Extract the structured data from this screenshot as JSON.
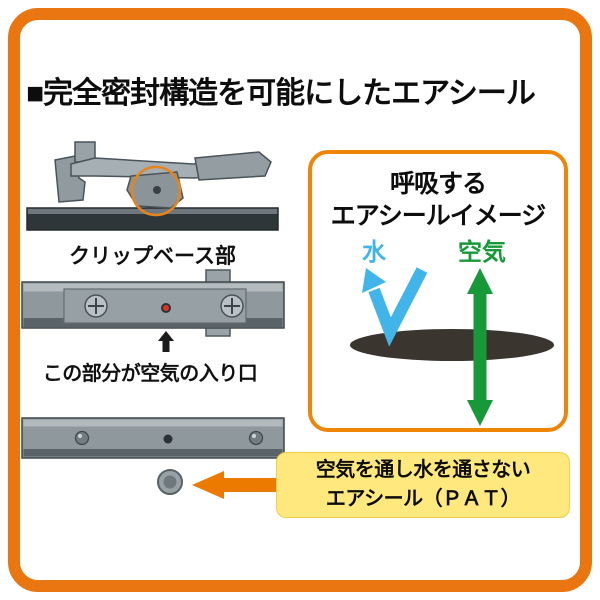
{
  "title": {
    "marker": "■",
    "text": "完全密封構造を可能にしたエアシール"
  },
  "left_column": {
    "clip_base_label": "クリップベース部",
    "air_inlet_label": "この部分が空気の入り口"
  },
  "right_panel": {
    "heading_line1": "呼吸する",
    "heading_line2": "エアシールイメージ",
    "water_label": "水",
    "air_label": "空気"
  },
  "callout": {
    "line1": "空気を通し水を通さない",
    "line2": "エアシール（ＰＡＴ）"
  },
  "colors": {
    "frame_orange": "#ea7612",
    "panel_border_orange": "#ef8505",
    "callout_yellow": "#ffe87d",
    "water_blue": "#41b5e9",
    "air_green": "#17993a",
    "seal_dark": "#3b352f",
    "arrow_orange": "#ed7a00",
    "marker_red": "#e03227",
    "metal_gray": "#8f989d"
  }
}
